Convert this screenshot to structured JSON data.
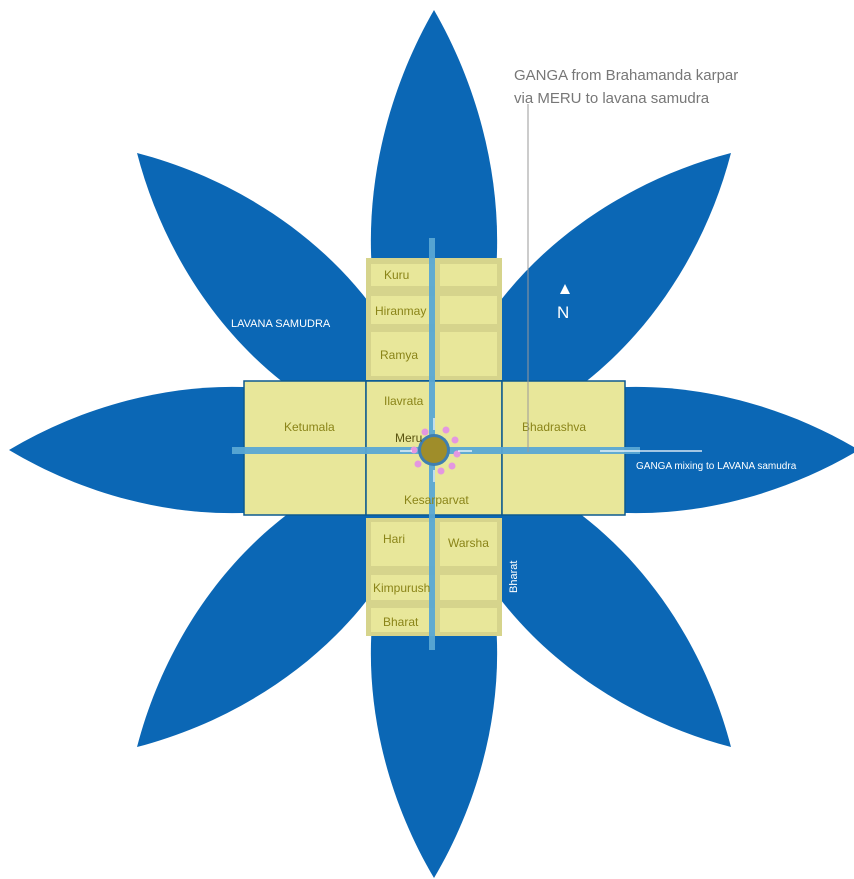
{
  "diagram": {
    "colors": {
      "petal": "#0b67b5",
      "land": "#e8e79a",
      "land_band": "#cfcd86",
      "land_edge": "#0d5a8f",
      "river": "#5aa8d4",
      "meru": "#9f8d2a",
      "meru_ring": "#3f7fb0",
      "lotus_dots": "#e497e0",
      "annotation": "#777777"
    },
    "ocean_label": "LAVANA SAMUDRA",
    "north_label": "N",
    "north_icon": "arrow-up-icon",
    "annotations": {
      "ganga_source_line1": "GANGA from Brahamanda karpar",
      "ganga_source_line2": "via MERU to lavana samudra",
      "ganga_mixing": "GANGA mixing to LAVANA samudra"
    },
    "regions": {
      "kuru": "Kuru",
      "hiranmay": "Hiranmay",
      "ramya": "Ramya",
      "ilavrata": "Ilavrata",
      "ketumala": "Ketumala",
      "bhadrashva": "Bhadrashva",
      "meru": "Meru",
      "kesarparvat": "Kesarparvat",
      "hari": "Hari",
      "warsha": "Warsha",
      "kimpurush": "Kimpurush",
      "bharat_south": "Bharat",
      "bharat_vertical": "Bharat"
    }
  }
}
